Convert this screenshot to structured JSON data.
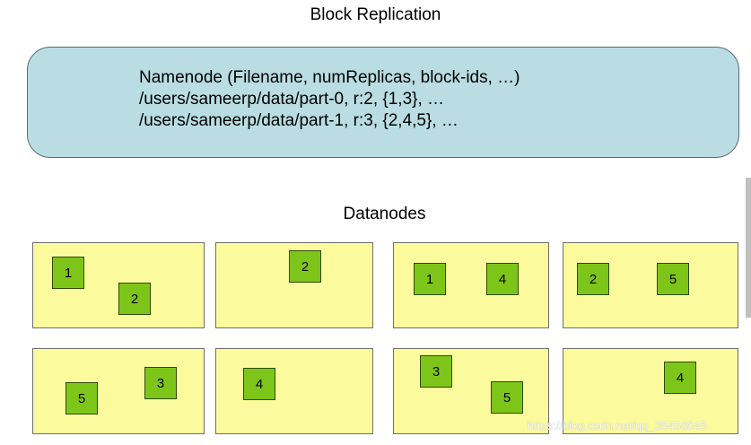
{
  "title": "Block Replication",
  "namenode": {
    "lines": [
      "Namenode (Filename, numReplicas, block-ids, …)",
      "/users/sameerp/data/part-0, r:2, {1,3}, …",
      "/users/sameerp/data/part-1, r:3, {2,4,5}, …"
    ]
  },
  "datanodes_label": "Datanodes",
  "datanodes": [
    {
      "blocks": [
        "1",
        "2"
      ]
    },
    {
      "blocks": [
        "2"
      ]
    },
    {
      "blocks": [
        "1",
        "4"
      ]
    },
    {
      "blocks": [
        "2",
        "5"
      ]
    },
    {
      "blocks": [
        "5",
        "3"
      ]
    },
    {
      "blocks": [
        "4"
      ]
    },
    {
      "blocks": [
        "3",
        "5"
      ]
    },
    {
      "blocks": [
        "4"
      ]
    }
  ],
  "watermark": "https://blog.csdn.net/qq_35456045",
  "colors": {
    "namenode_fill": "#b9dde2",
    "datanode_fill": "#fbfb9e",
    "block_fill": "#7ec51a"
  }
}
